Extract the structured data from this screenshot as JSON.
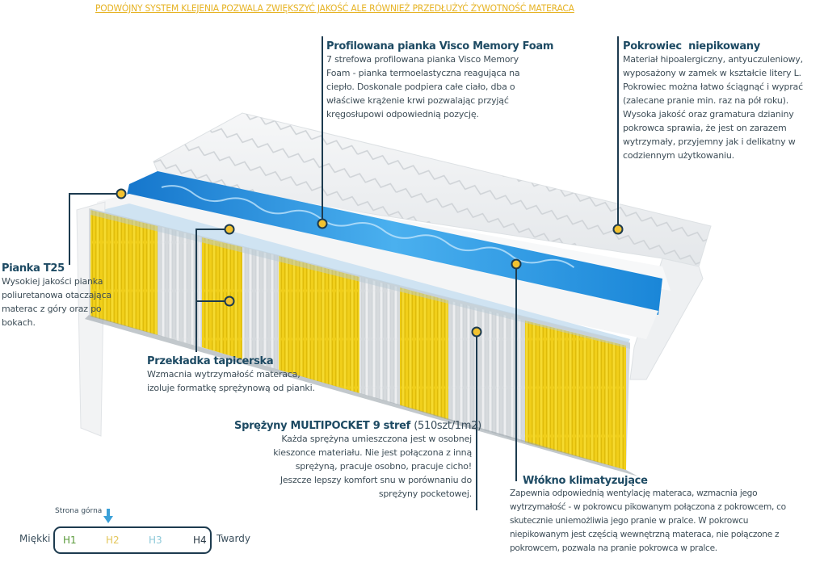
{
  "banner": "PODWÓJNY SYSTEM KLEJENIA POZWALA ZWIĘKSZYĆ JAKOŚĆ ALE RÓWNIEŻ PRZEDŁUŻYĆ ŻYWOTNOŚĆ MATERACA",
  "colors": {
    "accent_gold": "#e6b324",
    "callout_line": "#1d3b4f",
    "dot_fill": "#f2c230",
    "title_blue": "#1d4a63",
    "foam_blue": "#1e8ad6",
    "spring_yellow": "#f4d31d",
    "spring_white": "#e9ecee"
  },
  "callouts": {
    "visco": {
      "title": "Profilowana pianka Visco Memory Foam",
      "lines": [
        "7 strefowa profilowana pianka Visco Memory",
        "Foam - pianka termoelastyczna reagująca na",
        "ciepło.  Doskonale podpiera całe ciało, dba o",
        "właściwe krążenie krwi pozwalając przyjąć",
        "kręgosłupowi odpowiednią pozycję."
      ]
    },
    "cover": {
      "title": "Pokrowiec  niepikowany",
      "lines": [
        "Materiał hipoalergiczny, antyuczuleniowy,",
        "wyposażony w zamek w kształcie litery L.",
        "Pokrowiec można łatwo ściągnąć i wyprać",
        "(zalecane pranie min.  raz na pół roku).",
        "Wysoka jakość oraz gramatura dzianiny",
        "pokrowca sprawia, że jest on zarazem",
        "wytrzymały, przyjemny jak i delikatny w",
        "codziennym użytkowaniu."
      ]
    },
    "foam_t25": {
      "title": "Pianka T25",
      "lines": [
        "Wysokiej jakości pianka",
        "poliuretanowa otaczająca",
        "materac z góry oraz po",
        "bokach."
      ]
    },
    "upholstery": {
      "title": "Przekładka tapicerska",
      "lines": [
        "Wzmacnia wytrzymałość materaca,",
        "izoluje formatkę sprężynową od pianki."
      ]
    },
    "springs": {
      "title": "Sprężyny MULTIPOCKET 9 stref",
      "title_suffix": "(510szt/1m2)",
      "lines": [
        "Każda sprężyna umieszczona jest w osobnej",
        "kieszonce materiału. Nie jest połączona z inną",
        "sprężyną, pracuje osobno, pracuje cicho!",
        "Jeszcze lepszy komfort snu w porównaniu do",
        "sprężyny pocketowej."
      ]
    },
    "fiber": {
      "title": "Włókno klimatyzujące",
      "lines": [
        "Zapewnia odpowiednią wentylację materaca, wzmacnia jego",
        "wytrzymałość - w pokrowcu pikowanym połączona z pokrowcem, co",
        "skutecznie uniemożliwia jego pranie w pralce. W pokrowcu",
        "niepikowanym jest częścią wewnętrzną materaca, nie połączone z",
        "pokrowcem, pozwala na pranie pokrowca w pralce."
      ]
    }
  },
  "firmness": {
    "top_side_label": "Strona górna",
    "soft_label": "Miękki",
    "hard_label": "Twardy",
    "selected": "H2",
    "levels": [
      {
        "label": "H1",
        "color": "#5a9a3a"
      },
      {
        "label": "H2",
        "color": "#e3c65a"
      },
      {
        "label": "H3",
        "color": "#8cc8d8"
      },
      {
        "label": "H4",
        "color": "#2a3a46"
      }
    ],
    "arrow_color": "#3aa0d8"
  }
}
